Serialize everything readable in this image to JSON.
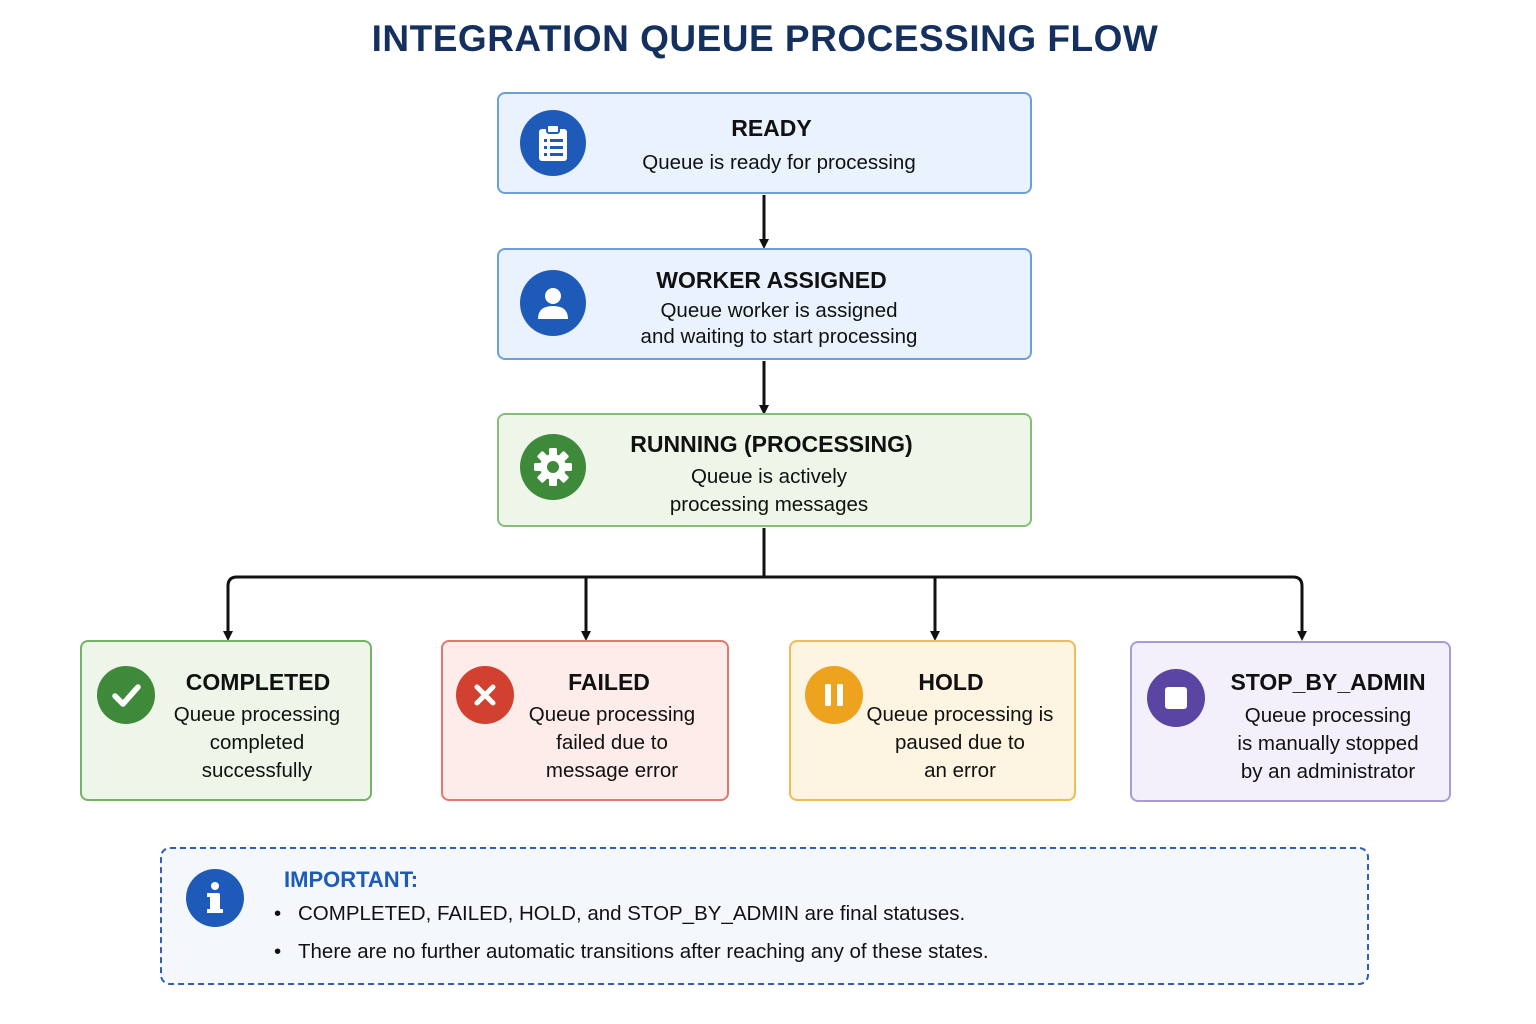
{
  "title": "INTEGRATION QUEUE PROCESSING FLOW",
  "nodes": {
    "ready": {
      "label": "READY",
      "desc": [
        "Queue is ready for processing"
      ],
      "icon": "clipboard-icon",
      "color": "#1e5bb8"
    },
    "worker_assigned": {
      "label": "WORKER ASSIGNED",
      "desc": [
        "Queue worker is assigned",
        "and waiting to start processing"
      ],
      "icon": "user-icon",
      "color": "#1e5bb8"
    },
    "running": {
      "label": "RUNNING (PROCESSING)",
      "desc": [
        "Queue is actively",
        "processing messages"
      ],
      "icon": "gear-icon",
      "color": "#3f8a3a"
    },
    "completed": {
      "label": "COMPLETED",
      "desc": [
        "Queue processing",
        "completed",
        "successfully"
      ],
      "icon": "checkmark-icon",
      "color": "#3f8a3a"
    },
    "failed": {
      "label": "FAILED",
      "desc": [
        "Queue processing",
        "failed due to",
        "message error"
      ],
      "icon": "x-icon",
      "color": "#d2412f"
    },
    "hold": {
      "label": "HOLD",
      "desc": [
        "Queue processing is",
        "paused due to",
        "an error"
      ],
      "icon": "pause-icon",
      "color": "#eda31d"
    },
    "stop_by_admin": {
      "label": "STOP_BY_ADMIN",
      "desc": [
        "Queue processing",
        "is manually stopped",
        "by an administrator"
      ],
      "icon": "stop-icon",
      "color": "#5a45a3"
    }
  },
  "note": {
    "title": "IMPORTANT:",
    "icon": "info-icon",
    "bullets": [
      "COMPLETED, FAILED, HOLD, and STOP_BY_ADMIN are final statuses.",
      "There are no further automatic transitions after reaching any of these states."
    ]
  }
}
